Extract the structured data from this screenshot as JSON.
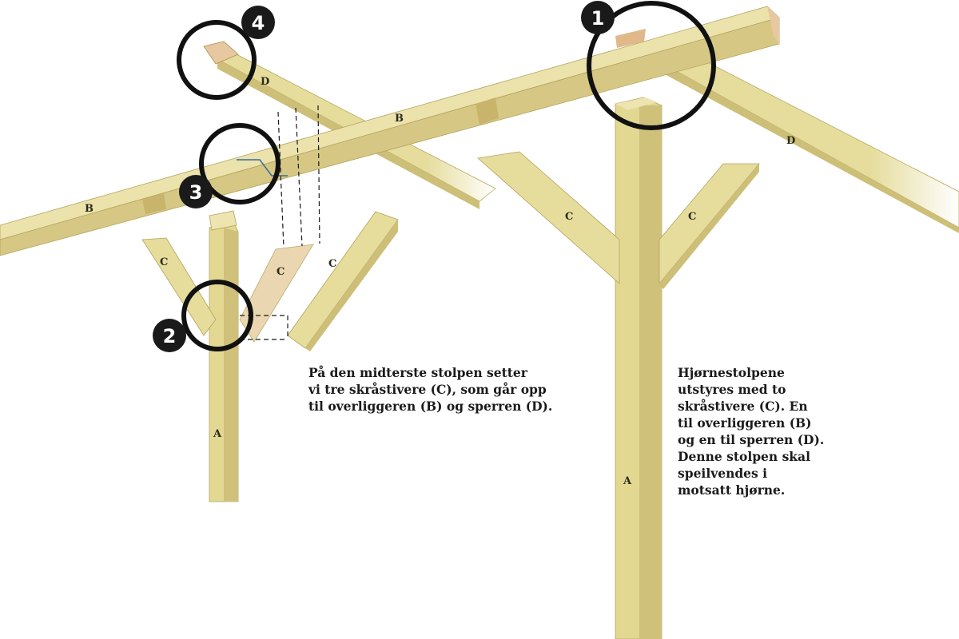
{
  "captions": {
    "middle_post": "På den midterste stolpen setter\nvi tre skråstivere (C), som går opp\ntil overliggeren (B) og sperren (D).",
    "corner_post": "Hjørnestolpene\nutstyres med to\nskråstivere (C). En\ntil overliggeren (B)\nog en til sperren (D).\nDenne stolpen skal\nspeilvendes i\nmotsatt hjørne."
  },
  "part_labels": {
    "beam_left": "B",
    "beam_mid": "B",
    "rafter_left": "D",
    "rafter_right": "D",
    "brace_left_1": "C",
    "brace_left_2": "C",
    "brace_left_3": "C",
    "brace_right_1": "C",
    "brace_right_2": "C",
    "post_left": "A",
    "post_right": "A"
  },
  "detail_badges": {
    "badge_1": "1",
    "badge_2": "2",
    "badge_3": "3",
    "badge_4": "4"
  },
  "colors": {
    "wood_light": "#efe6b4",
    "wood_mid": "#ddd08a",
    "wood_dark": "#c4b268",
    "wood_end": "#e8c8a0",
    "ink": "#1a1a1a"
  }
}
